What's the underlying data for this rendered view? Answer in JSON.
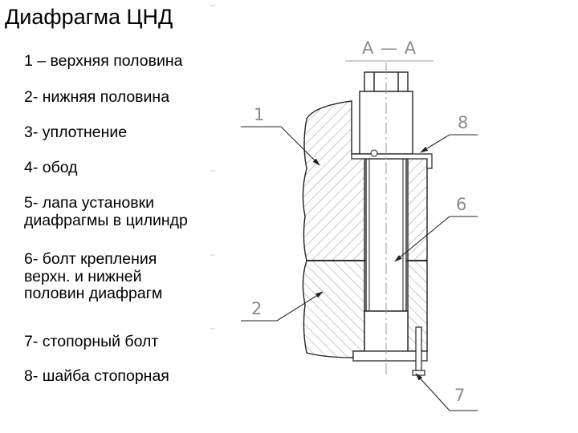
{
  "title": "Диафрагма ЦНД",
  "section_label": "А — А",
  "legend": [
    "1 – верхняя половина",
    "2- нижняя половина",
    "3- уплотнение",
    "4- обод",
    "5- лапа установки\nдиафрагмы в цилиндр",
    "6- болт крепления\nверхн. и нижней\nполовин диафрагм",
    "7- стопорный болт",
    "8- шайба стопорная"
  ],
  "callouts": {
    "c1": "1",
    "c2": "2",
    "c6": "6",
    "c7": "7",
    "c8": "8"
  }
}
